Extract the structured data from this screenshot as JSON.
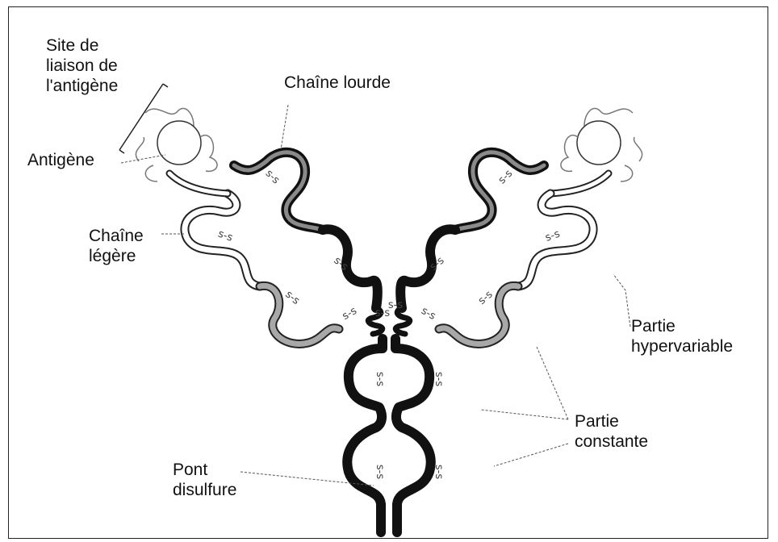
{
  "labels": {
    "binding_site": [
      "Site de",
      "liaison de",
      "l'antigène"
    ],
    "antigen": "Antigène",
    "heavy_chain": "Chaîne lourde",
    "light_chain": [
      "Chaîne",
      "légère"
    ],
    "hypervariable": [
      "Partie",
      "hypervariable"
    ],
    "constant": [
      "Partie",
      "constante"
    ],
    "disulfide_bridge": [
      "Pont",
      "disulfure"
    ]
  },
  "bond_glyph": "s-s",
  "colors": {
    "heavy_chain": "#111111",
    "variable_region": "#9a9a9a",
    "light_chain_outline": "#222222",
    "light_chain_fill": "#ffffff",
    "leader_line": "#555555"
  }
}
